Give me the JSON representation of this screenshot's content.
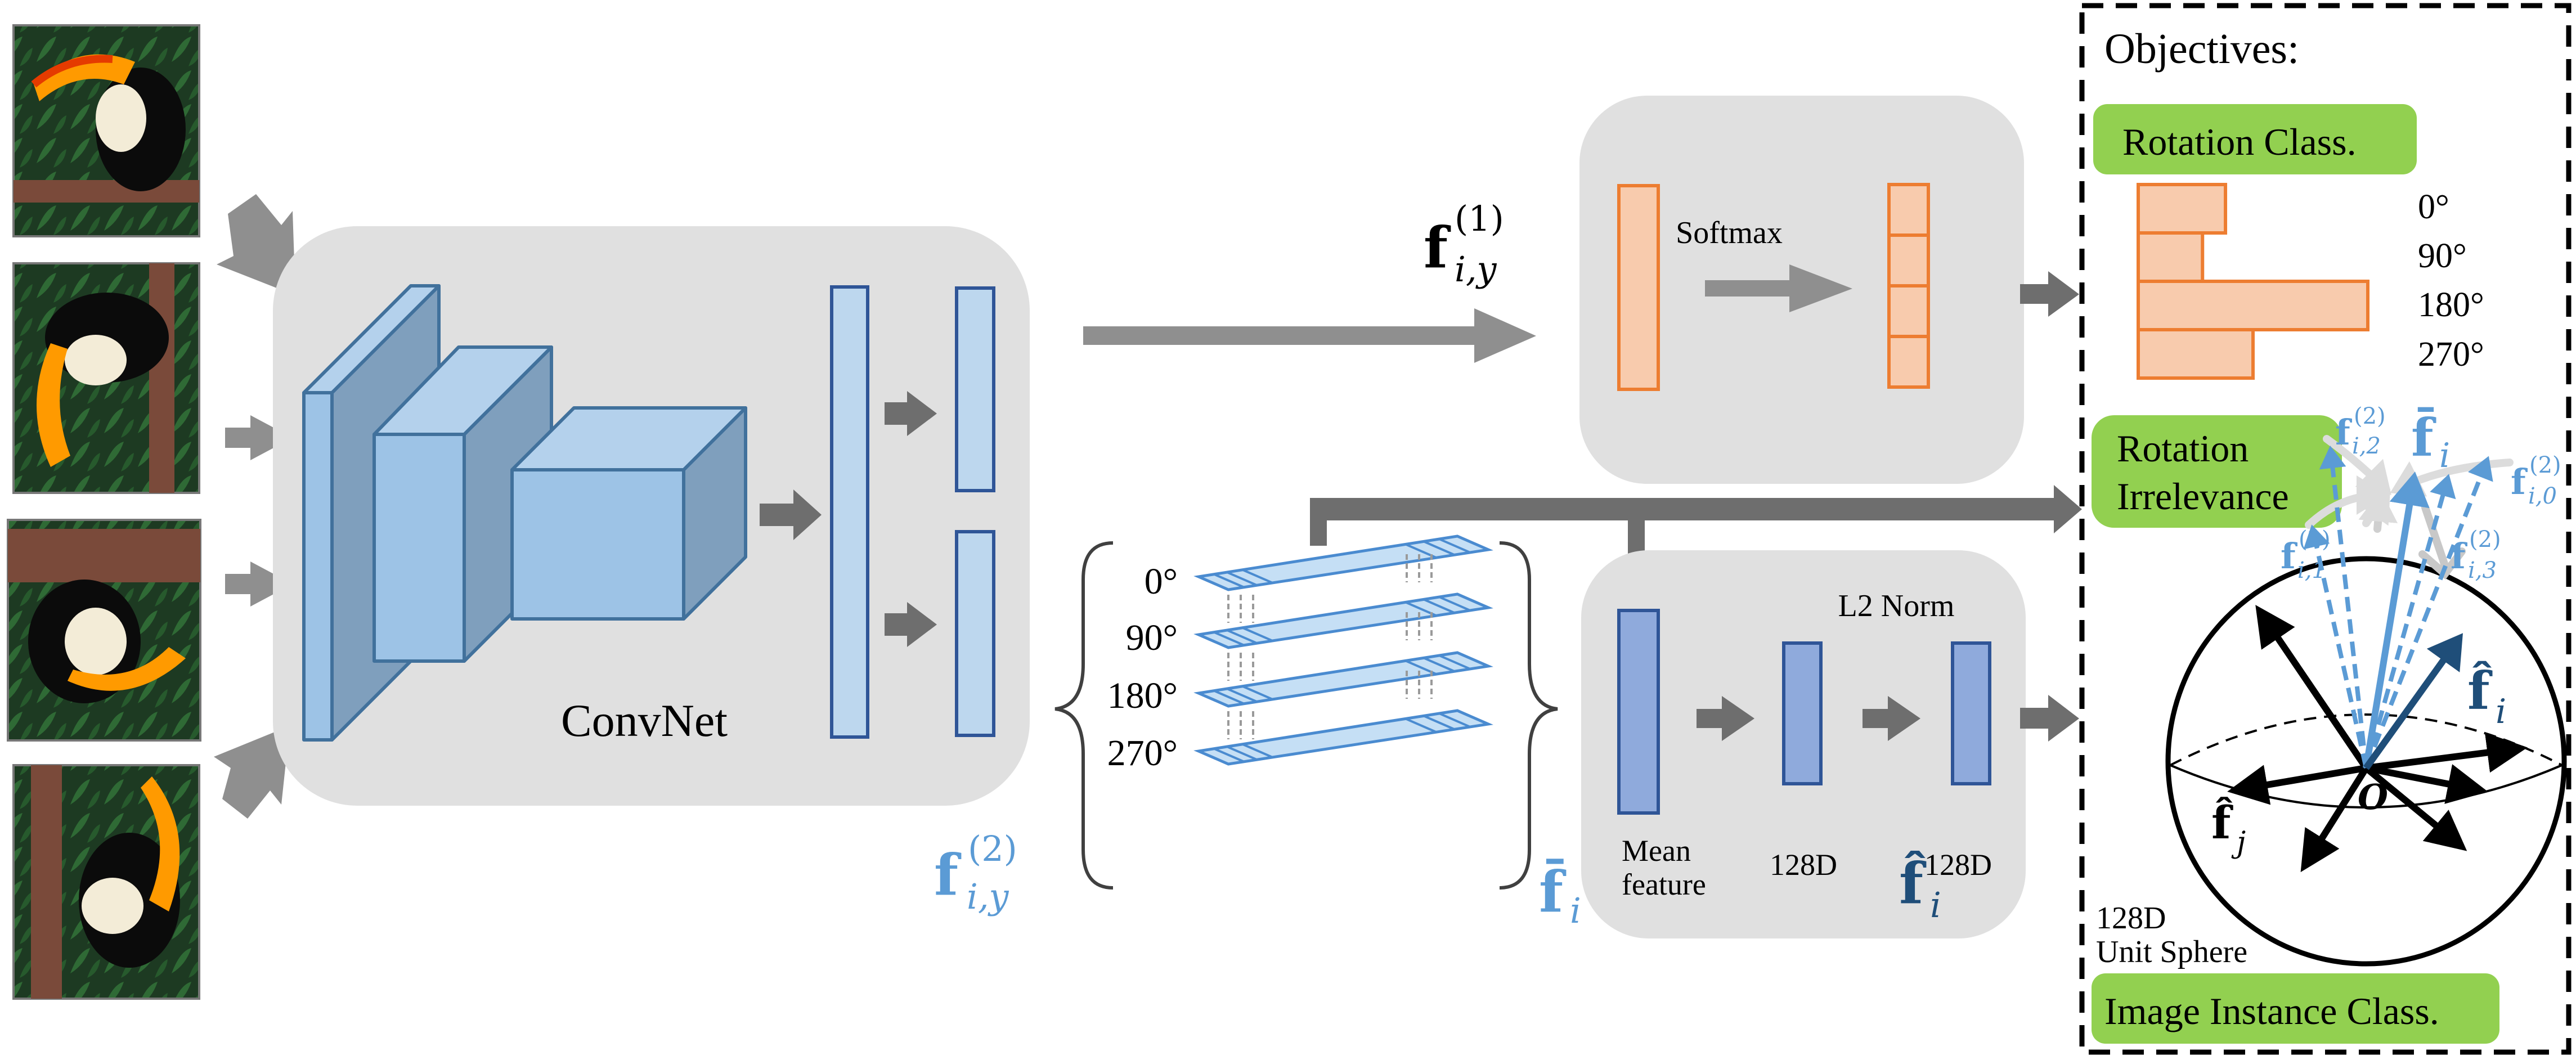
{
  "figure": {
    "convnet_label": "ConvNet",
    "f1_label": {
      "base": "f",
      "sup": "(1)",
      "sub": "i,y"
    },
    "f2_label": {
      "base": "f",
      "sup": "(2)",
      "sub": "i,y"
    },
    "softmax_label": "Softmax",
    "rotations": [
      "0°",
      "90°",
      "180°",
      "270°"
    ],
    "fbar_label": {
      "base": "f̄",
      "sub": "i"
    },
    "fhat_label": {
      "base": "f̂",
      "sub": "i"
    },
    "mean_feature_label": [
      "Mean",
      "feature"
    ],
    "l2norm_label": "L2 Norm",
    "dim_label_1": "128D",
    "dim_label_2": "128D",
    "objectives": {
      "title": "Objectives:",
      "rotation_class": "Rotation Class.",
      "rotation_irrelevance": [
        "Rotation",
        "Irrelevance"
      ],
      "image_instance_class": "Image Instance Class.",
      "rotation_class_labels": [
        "0°",
        "90°",
        "180°",
        "270°"
      ],
      "rotation_class_probs": [
        0.38,
        0.28,
        1.0,
        0.5
      ],
      "sphere_label": [
        "128D",
        "Unit Sphere"
      ],
      "origin_label": "O",
      "fhat_j_label": {
        "base": "f̂",
        "sub": "j"
      },
      "f_i0": {
        "base": "f",
        "sup": "(2)",
        "sub": "i,0"
      },
      "f_i1": {
        "base": "f",
        "sup": "(2)",
        "sub": "i,1"
      },
      "f_i2": {
        "base": "f",
        "sup": "(2)",
        "sub": "i,2"
      },
      "f_i3": {
        "base": "f",
        "sup": "(2)",
        "sub": "i,3"
      }
    },
    "input_images": [
      "toucan rotated 0°",
      "toucan rotated 90°",
      "toucan rotated 180°",
      "toucan rotated 270°"
    ],
    "colors": {
      "gray_panel": "#e0e0e0",
      "arrow_gray": "#8f8f8f",
      "arrow_dark": "#6e6e6e",
      "block_blue": "#9dc3e6",
      "block_blue_side": "#7f9fbd",
      "block_stroke": "#41719c",
      "orange_fill": "#f8cbad",
      "orange_stroke": "#ed7d31",
      "feat_blue": "#8faadc",
      "feat_stroke": "#2f5597",
      "light_blue": "#5b9bd5",
      "dark_blue": "#1f4e79",
      "green": "#92d050"
    }
  }
}
